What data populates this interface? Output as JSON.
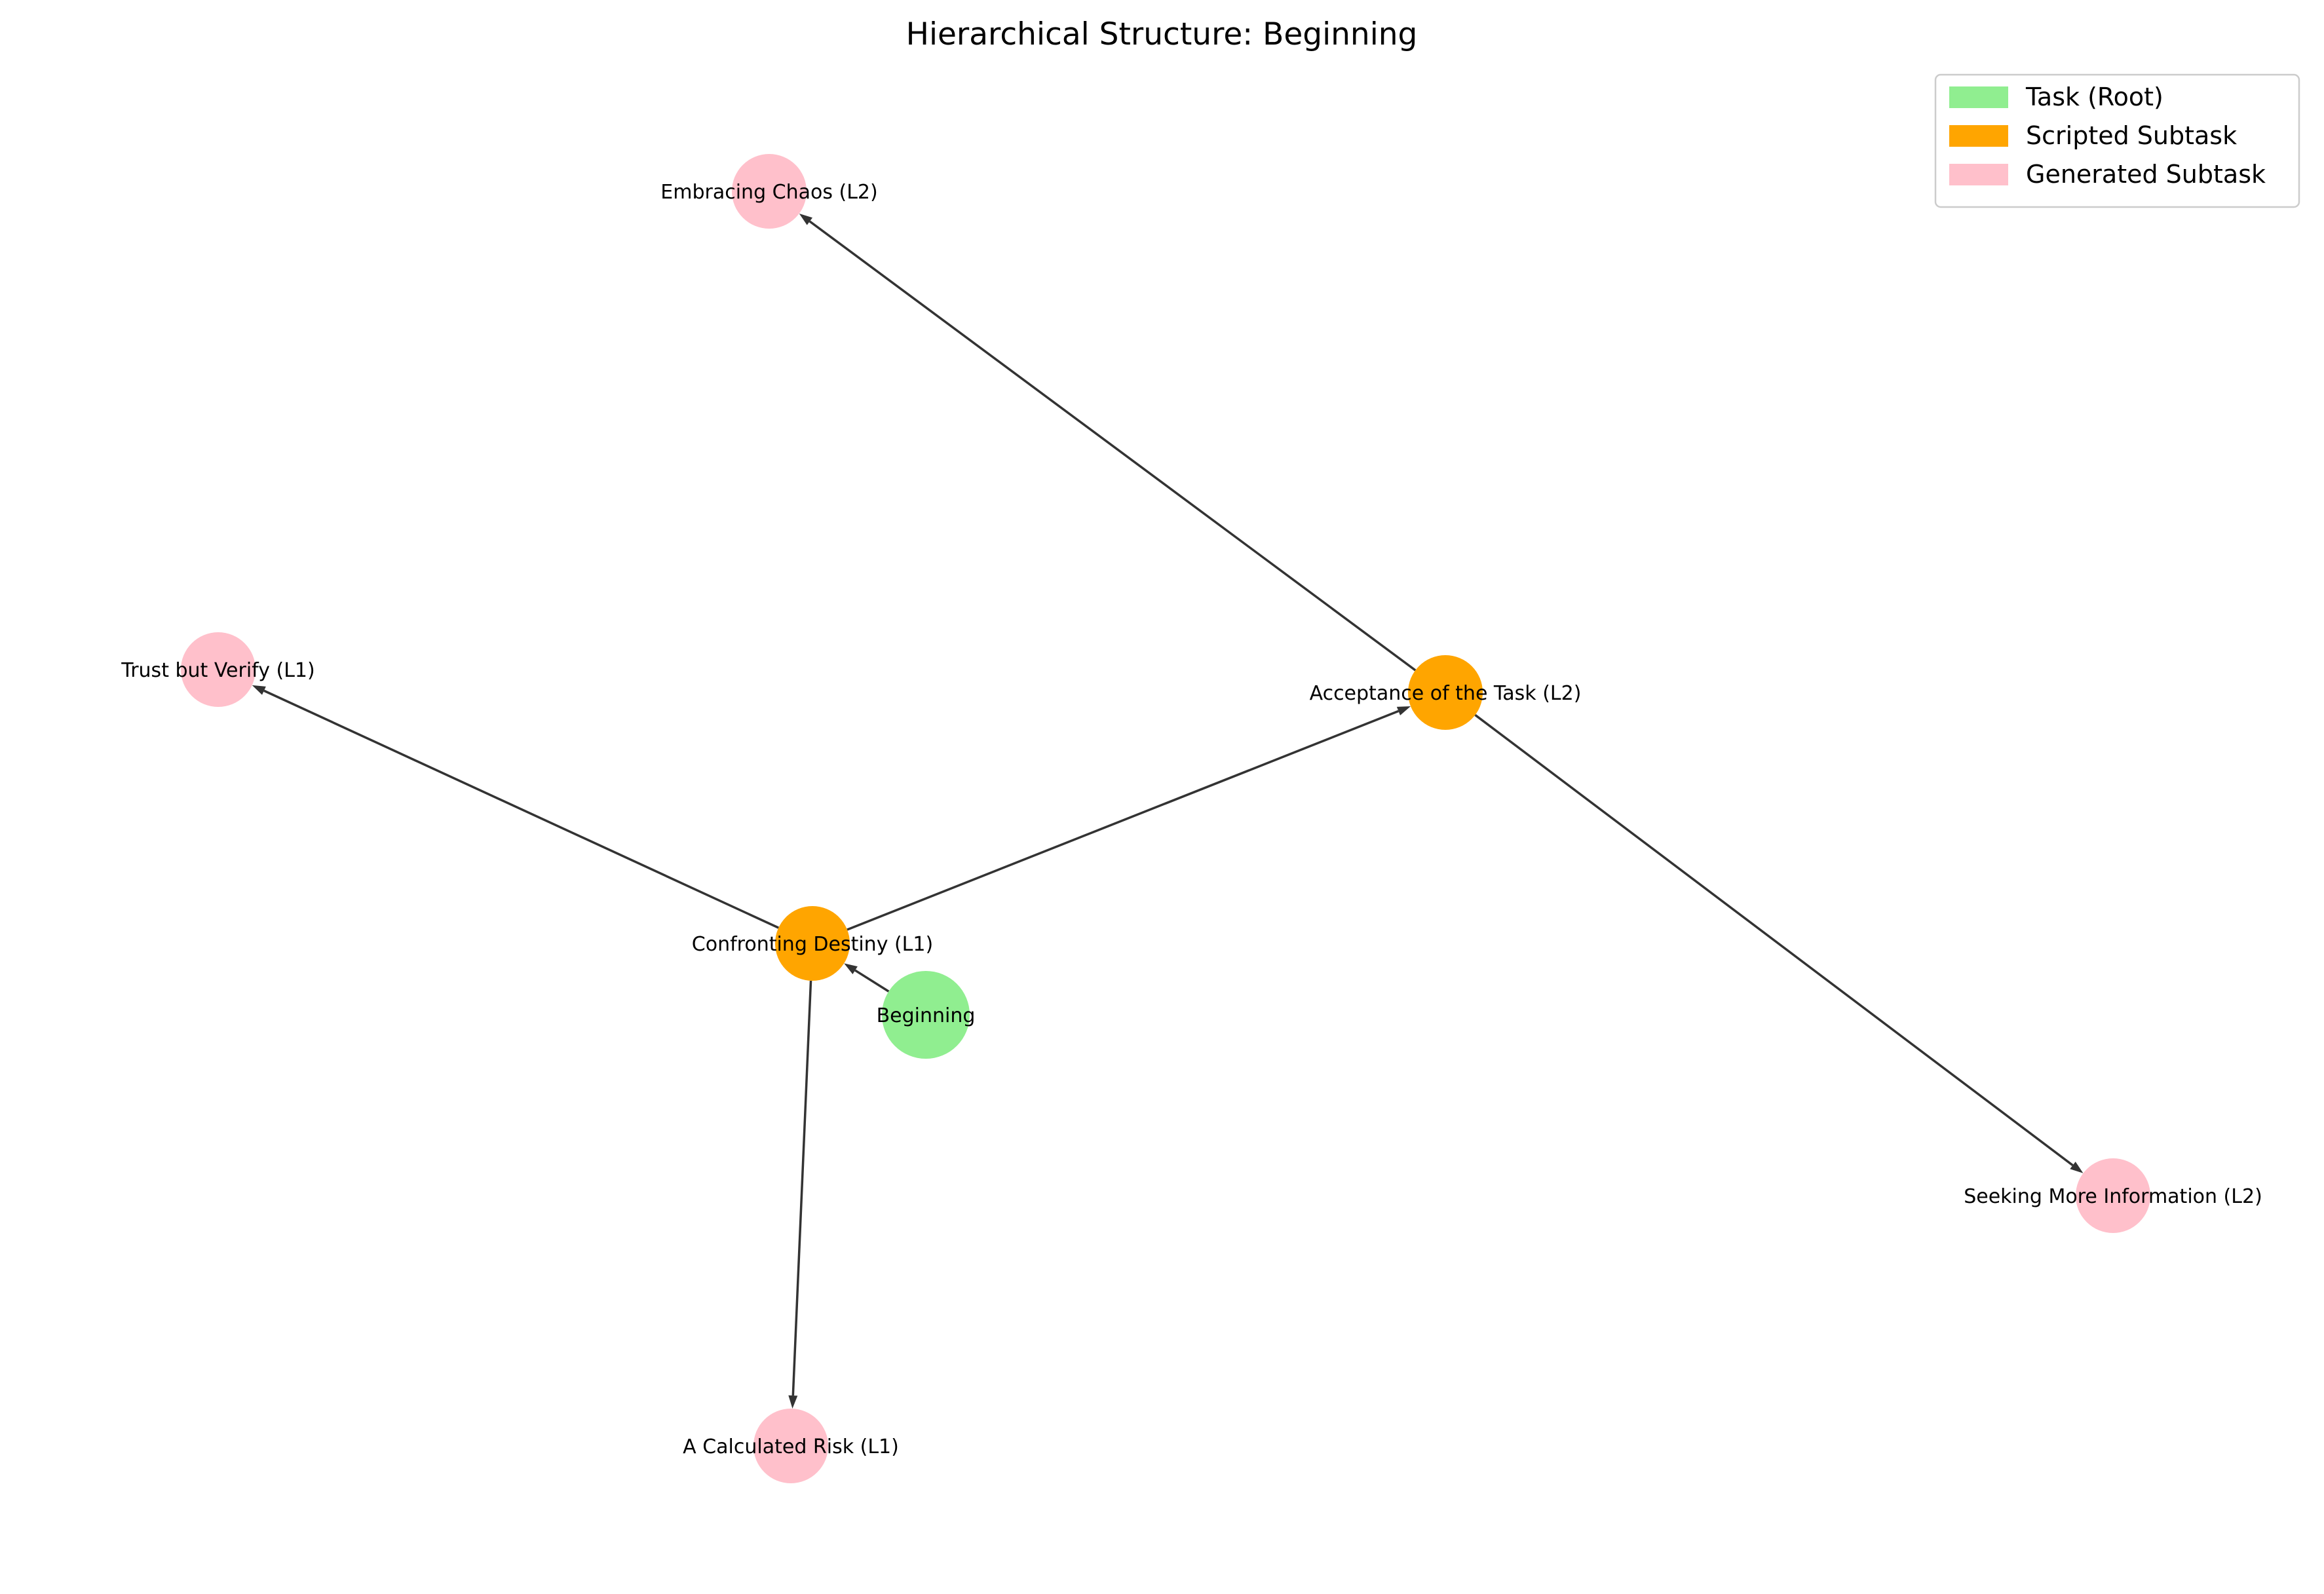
{
  "title": "Hierarchical Structure: Beginning",
  "colors": {
    "root": "#90ee90",
    "scripted": "#ffa500",
    "generated": "#ffc0cb",
    "edge": "#333333"
  },
  "legend": [
    {
      "label": "Task (Root)",
      "color": "#90ee90"
    },
    {
      "label": "Scripted Subtask",
      "color": "#ffa500"
    },
    {
      "label": "Generated Subtask",
      "color": "#ffc0cb"
    }
  ],
  "nodes": [
    {
      "id": "beginning",
      "label": "Beginning",
      "kind": "root"
    },
    {
      "id": "confronting",
      "label": "Confronting Destiny (L1)",
      "kind": "scripted"
    },
    {
      "id": "acceptance",
      "label": "Acceptance of the Task (L2)",
      "kind": "scripted"
    },
    {
      "id": "embracing",
      "label": "Embracing Chaos (L2)",
      "kind": "generated"
    },
    {
      "id": "trust",
      "label": "Trust but Verify (L1)",
      "kind": "generated"
    },
    {
      "id": "seeking",
      "label": "Seeking More Information (L2)",
      "kind": "generated"
    },
    {
      "id": "calculated",
      "label": "A Calculated Risk (L1)",
      "kind": "generated"
    }
  ],
  "edges": [
    {
      "from": "beginning",
      "to": "confronting"
    },
    {
      "from": "confronting",
      "to": "acceptance"
    },
    {
      "from": "confronting",
      "to": "trust"
    },
    {
      "from": "confronting",
      "to": "calculated"
    },
    {
      "from": "acceptance",
      "to": "embracing"
    },
    {
      "from": "acceptance",
      "to": "seeking"
    }
  ]
}
